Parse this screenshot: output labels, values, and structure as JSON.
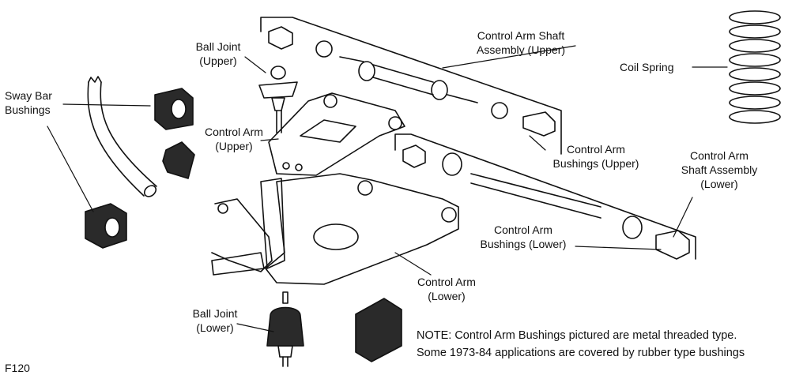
{
  "labels": {
    "sway_bar_bushings": "Sway Bar\nBushings",
    "ball_joint_upper": "Ball Joint\n(Upper)",
    "control_arm_upper": "Control Arm\n(Upper)",
    "control_arm_shaft_upper": "Control Arm Shaft\nAssembly (Upper)",
    "coil_spring": "Coil Spring",
    "control_arm_bushings_upper": "Control Arm\nBushings (Upper)",
    "control_arm_shaft_lower": "Control Arm\nShaft Assembly\n(Lower)",
    "control_arm_bushings_lower": "Control Arm\nBushings (Lower)",
    "control_arm_lower": "Control Arm\n(Lower)",
    "ball_joint_lower": "Ball Joint\n(Lower)"
  },
  "note_line1": "NOTE: Control Arm Bushings pictured are metal threaded type.",
  "note_line2": "Some 1973-84 applications are covered by rubber type bushings",
  "figure_id": "F120"
}
